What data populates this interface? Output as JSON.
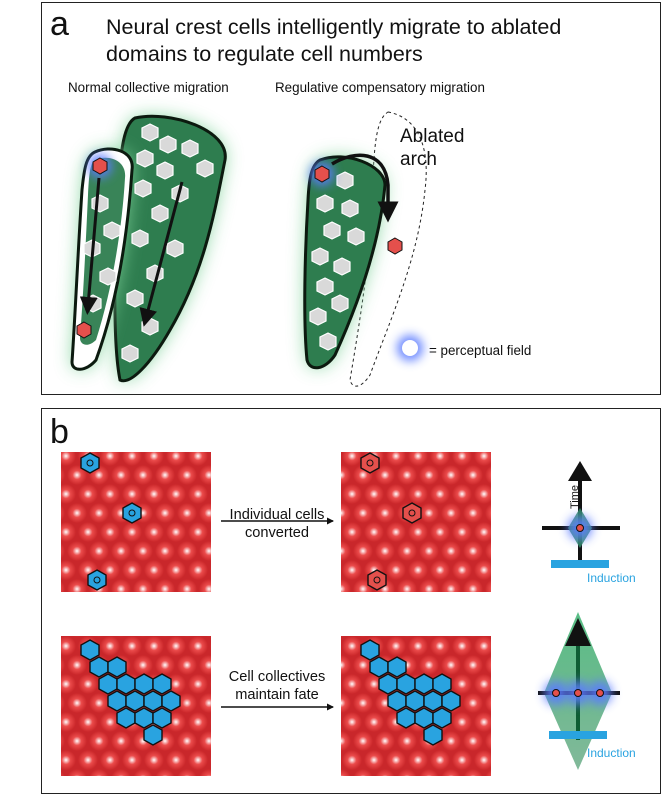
{
  "panel_a": {
    "letter": "a",
    "title": "Neural crest cells intelligently migrate to ablated domains to regulate cell numbers",
    "left_subtitle": "Normal collective migration",
    "right_subtitle": "Regulative compensatory migration",
    "ablated_label": "Ablated arch",
    "legend_label": "= perceptual field"
  },
  "panel_b": {
    "letter": "b",
    "row1_label": "Individual cells converted",
    "row2_label": "Cell collectives maintain fate",
    "time_label": "Time",
    "induction_label_1": "Induction",
    "induction_label_2": "Induction"
  },
  "colors": {
    "tissue_red": "#d8383a",
    "cell_blue": "#29a3e0",
    "stream_green": "#2e7d4f",
    "glow_green": "#7fd19a",
    "field_blue": "#5b7bff"
  }
}
